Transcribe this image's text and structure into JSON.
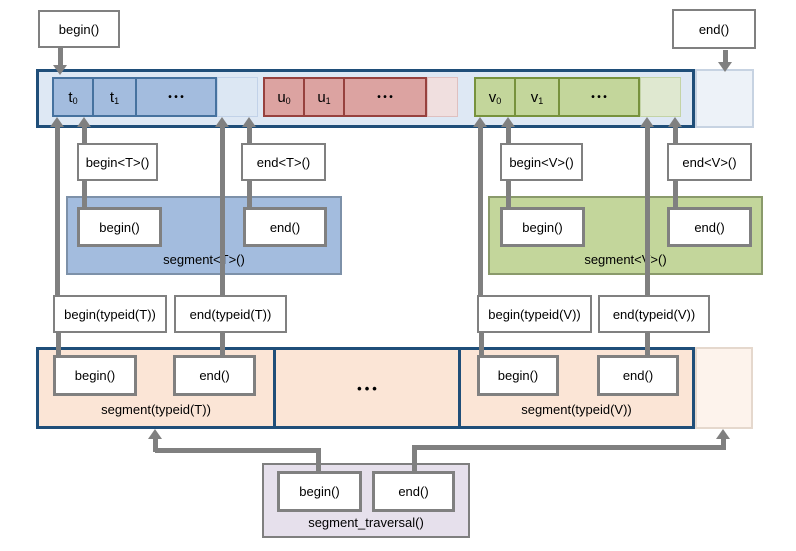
{
  "colors": {
    "bar_border": "#1F4E79",
    "bar_fill": "#DEE8F4",
    "t_fill": "#A3BCDE",
    "t_border": "#46729F",
    "u_fill": "#DCA3A1",
    "u_border": "#97413E",
    "v_fill": "#C3D69B",
    "v_border": "#77923D",
    "orange_fill": "#FBE5D6",
    "purple_fill": "#E6E0EC",
    "connector": "#808080"
  },
  "top": {
    "begin": "begin()",
    "end": "end()"
  },
  "bar": {
    "t": {
      "c0b": "t",
      "c0s": "0",
      "c1b": "t",
      "c1s": "1",
      "dots": "•••"
    },
    "u": {
      "c0b": "u",
      "c0s": "0",
      "c1b": "u",
      "c1s": "1",
      "dots": "•••"
    },
    "v": {
      "c0b": "v",
      "c0s": "0",
      "c1b": "v",
      "c1s": "1",
      "dots": "•••"
    }
  },
  "typed": {
    "begin_t": "begin<T>()",
    "end_t": "end<T>()",
    "begin_v": "begin<V>()",
    "end_v": "end<V>()",
    "segment_t": {
      "label": "segment<T>()",
      "begin": "begin()",
      "end": "end()"
    },
    "segment_v": {
      "label": "segment<V>()",
      "begin": "begin()",
      "end": "end()"
    }
  },
  "typeid": {
    "begin_t": "begin(typeid(T))",
    "end_t": "end(typeid(T))",
    "begin_v": "begin(typeid(V))",
    "end_v": "end(typeid(V))"
  },
  "segmap": {
    "t_label": "segment(typeid(T))",
    "t_begin": "begin()",
    "t_end": "end()",
    "dots": "•••",
    "v_label": "segment(typeid(V))",
    "v_begin": "begin()",
    "v_end": "end()"
  },
  "traversal": {
    "label": "segment_traversal()",
    "begin": "begin()",
    "end": "end()"
  }
}
